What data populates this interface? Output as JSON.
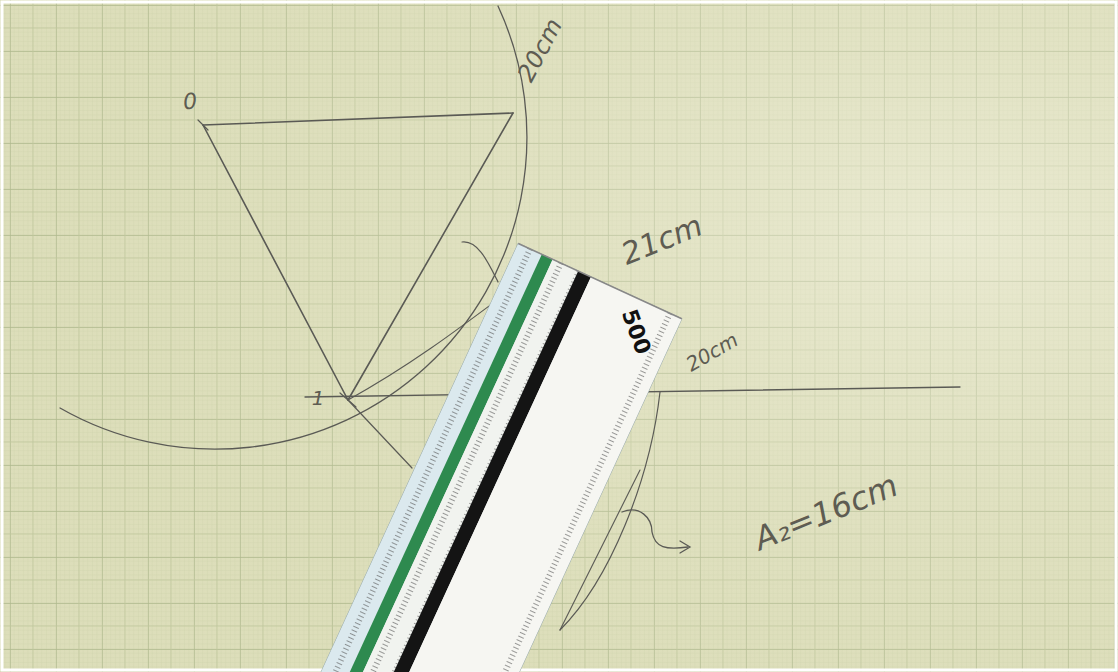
{
  "diagram": {
    "labels": [
      "0",
      "20cm",
      "21cm",
      "1",
      "500",
      "20cm",
      "A₂=16cm"
    ]
  }
}
